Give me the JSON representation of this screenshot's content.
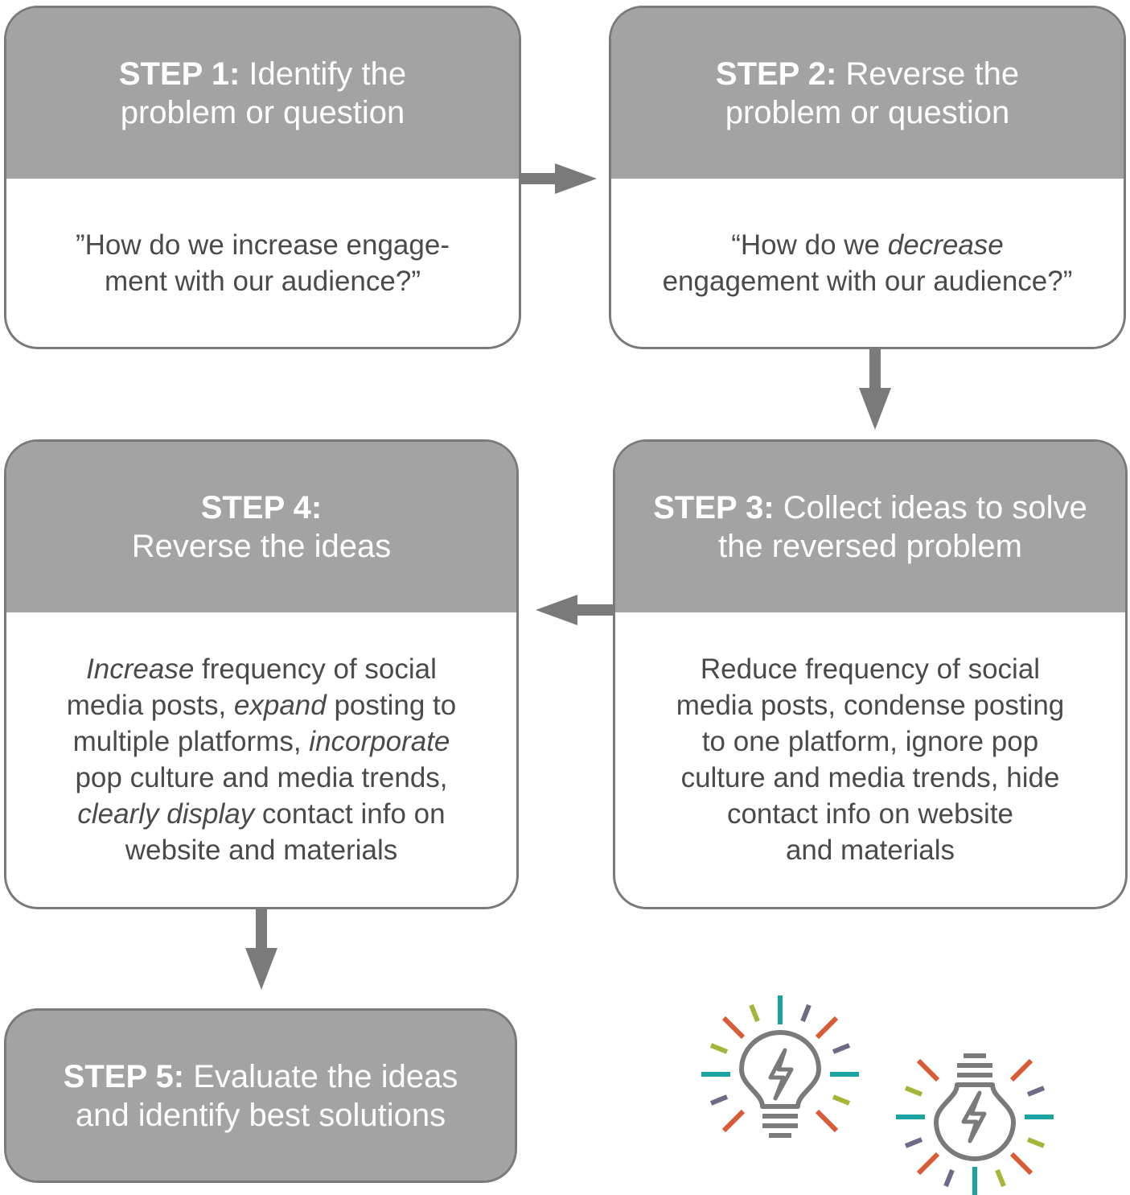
{
  "colors": {
    "header_fill": "#a3a3a3",
    "border": "#7a7a7a",
    "arrow": "#7a7a7a",
    "body_text": "#4a4a4a",
    "icon_orange": "#d95b34",
    "icon_teal": "#1aa3a0",
    "icon_olive": "#a6b537",
    "icon_purple_gray": "#6e6a85",
    "icon_bulb": "#7a7a7a"
  },
  "steps": {
    "step1": {
      "label": "STEP 1:",
      "title_line1": " Identify the",
      "title_line2": "problem or question",
      "body_line1": "”How do we increase engage-",
      "body_line2": "ment with our audience?”"
    },
    "step2": {
      "label": "STEP 2:",
      "title_line1": " Reverse the",
      "title_line2": "problem or question",
      "body_prefix": "“How do we ",
      "body_emphasis": "decrease",
      "body_line2": "engagement with our audience?”"
    },
    "step3": {
      "label": "STEP 3:",
      "title_line1": " Collect ideas to solve",
      "title_line2": "the reversed problem",
      "body_lines": [
        "Reduce frequency of social",
        "media posts, condense posting",
        "to one platform, ignore pop",
        "culture and media trends, hide",
        "contact info on website",
        "and materials"
      ]
    },
    "step4": {
      "label": "STEP 4:",
      "title_line2": "Reverse the ideas",
      "body": {
        "l1_em": "Increase",
        "l1_rest": " frequency of social",
        "l2_pre": "media posts, ",
        "l2_em": "expand",
        "l2_rest": " posting to",
        "l3_pre": "multiple platforms, ",
        "l3_em": "incorporate",
        "l4": "pop culture and media trends,",
        "l5_em": "clearly display",
        "l5_rest": " contact info on",
        "l6": "website and materials"
      }
    },
    "step5": {
      "label": "STEP 5:",
      "title_line1": " Evaluate the ideas",
      "title_line2": "and identify best solutions"
    }
  },
  "icons": [
    "lightbulb-icon",
    "lightbulb-icon"
  ]
}
